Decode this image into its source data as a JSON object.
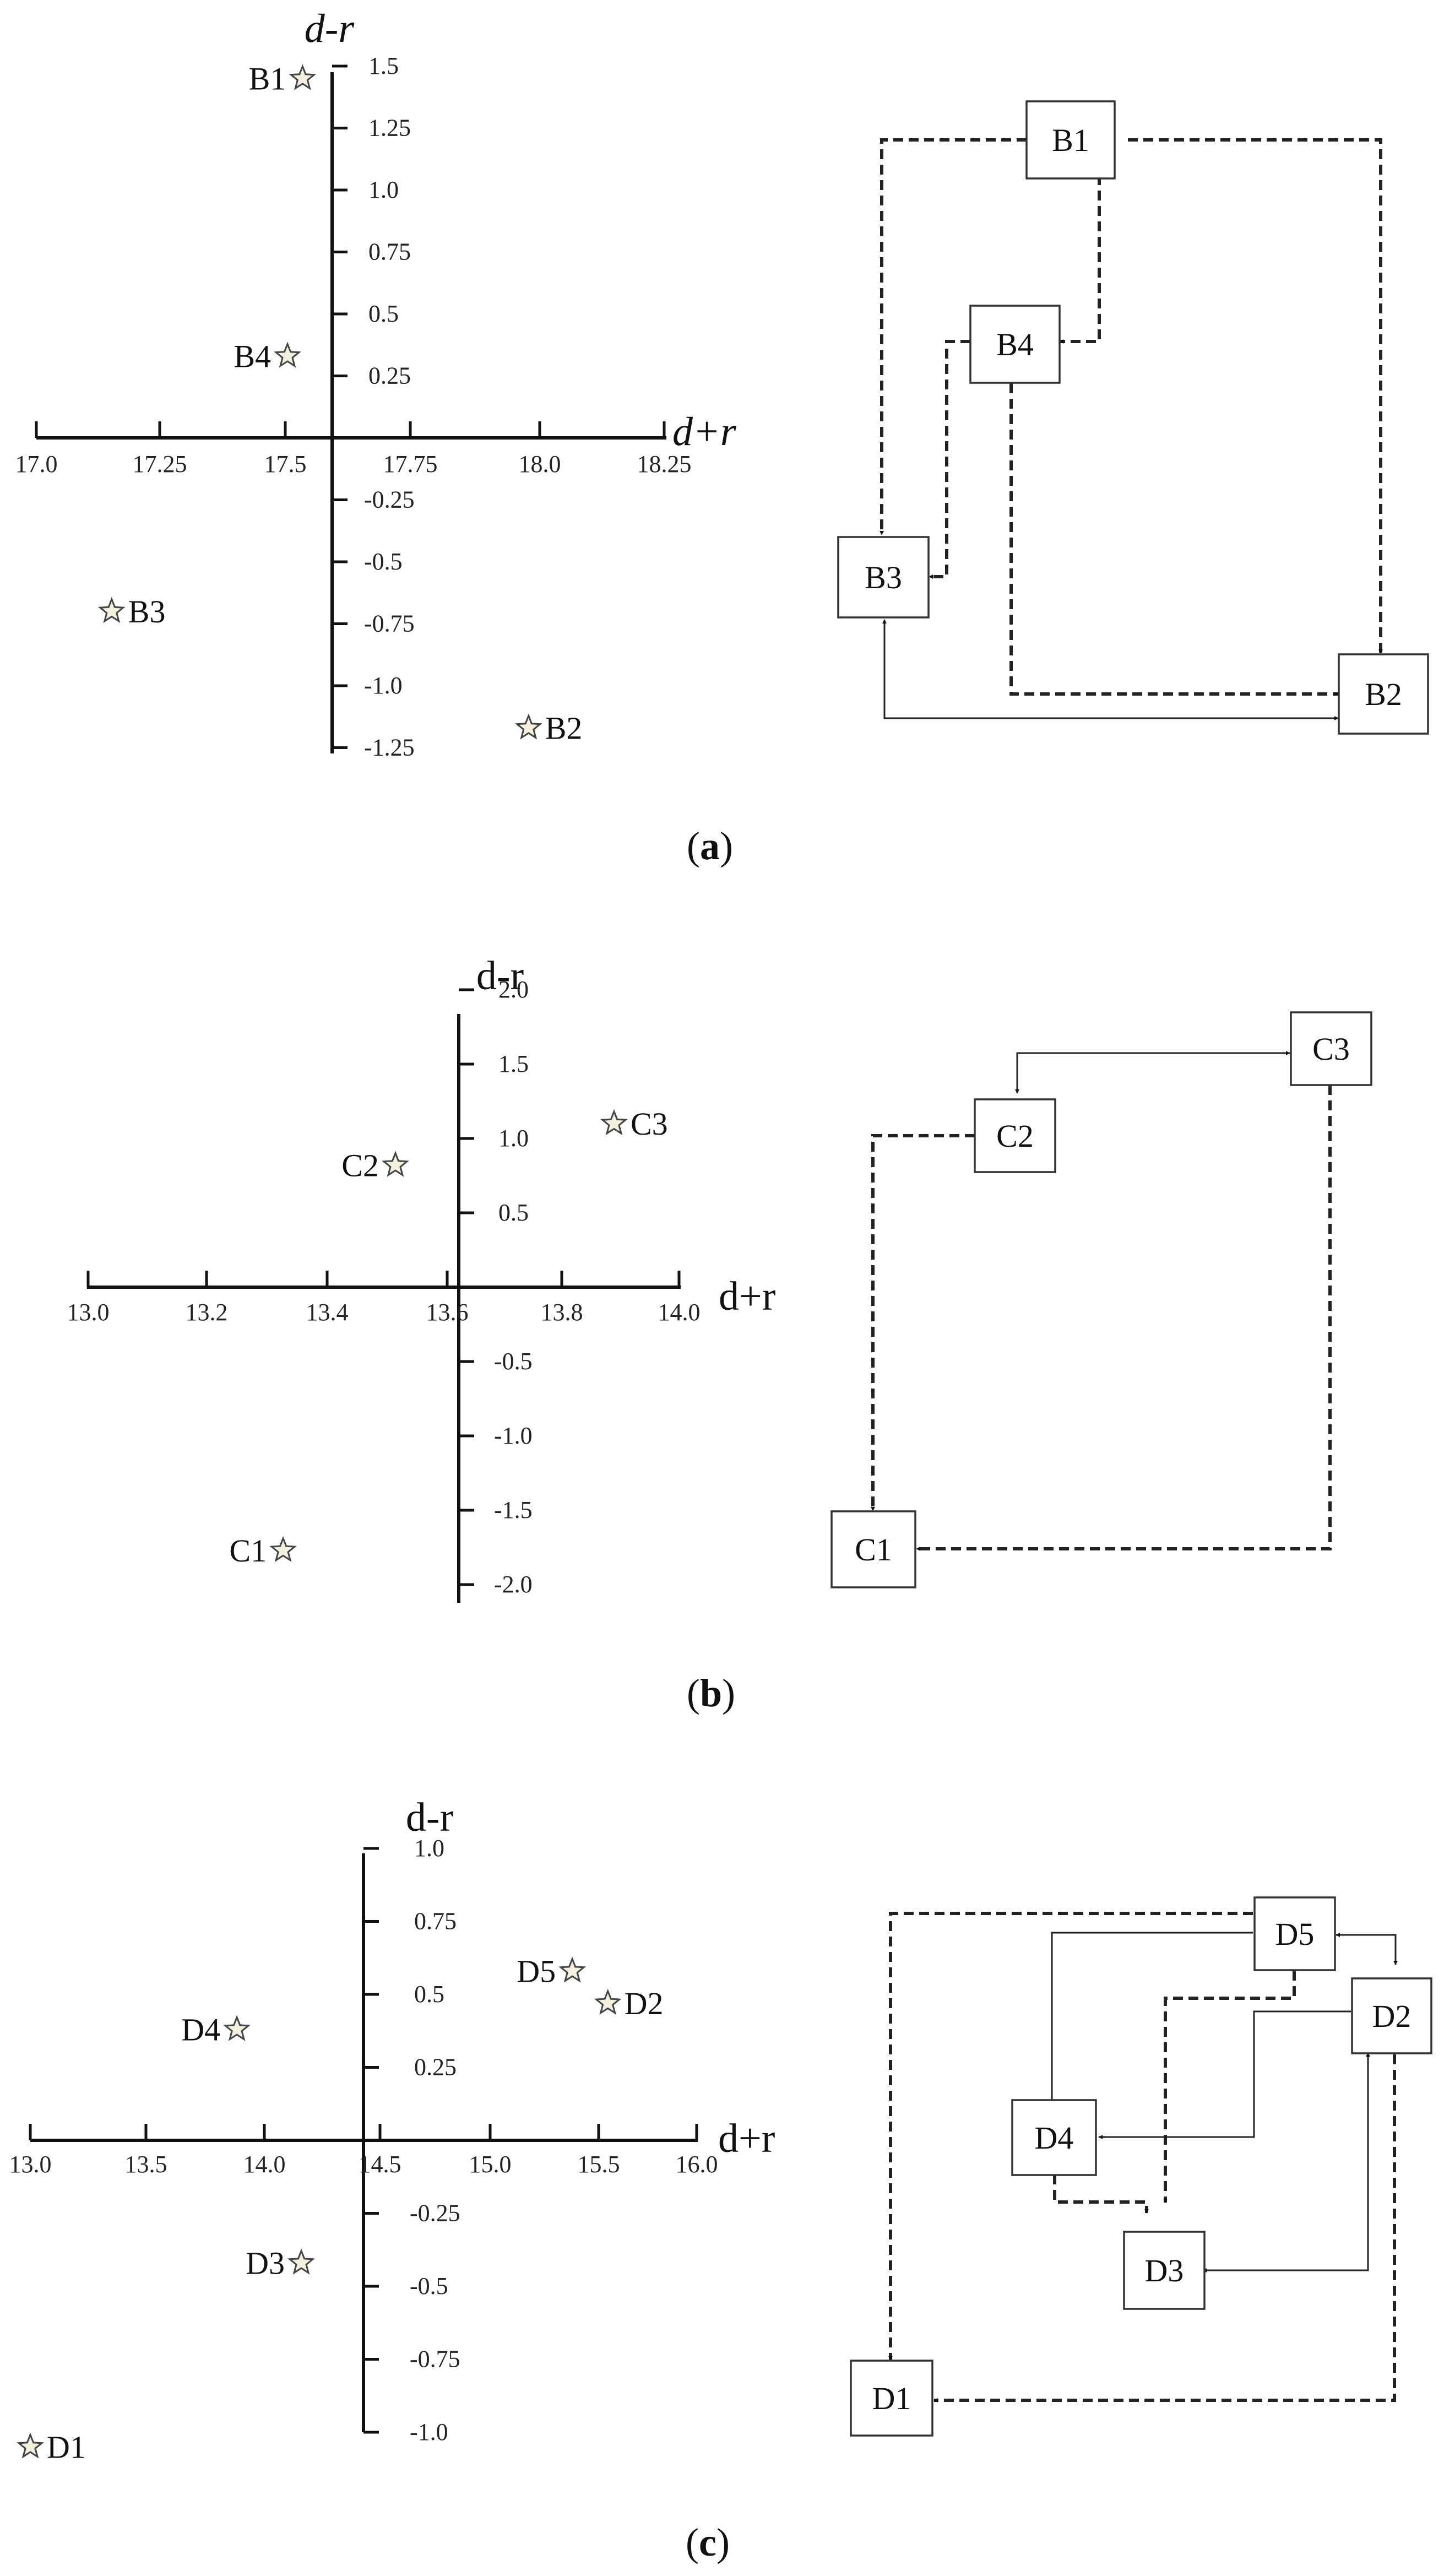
{
  "chart_data": [
    {
      "type": "scatter",
      "panel": "a",
      "caption": {
        "open": "(",
        "letter": "a",
        "close": ")"
      },
      "xlabel": "d+r",
      "ylabel": "d-r",
      "italic_labels": true,
      "x_ticks": [
        "17.0",
        "17.25",
        "17.5",
        "17.75",
        "18.0",
        "18.25"
      ],
      "y_ticks_pos": [
        "0.25",
        "0.5",
        "0.75",
        "1.0",
        "1.25",
        "1.5"
      ],
      "y_ticks_neg": [
        "-0.25",
        "-0.5",
        "-0.75",
        "-1.0",
        "-1.25"
      ],
      "points": [
        {
          "name": "B1",
          "x": 17.53,
          "y": 1.45
        },
        {
          "name": "B2",
          "x": 17.98,
          "y": -1.17
        },
        {
          "name": "B3",
          "x": 17.15,
          "y": -0.7
        },
        {
          "name": "B4",
          "x": 17.5,
          "y": 0.33
        }
      ],
      "network": {
        "nodes": [
          "B1",
          "B2",
          "B3",
          "B4"
        ],
        "edges": [
          {
            "from": "B1",
            "to": "B3",
            "style": "dashed"
          },
          {
            "from": "B1",
            "to": "B2",
            "style": "dashed"
          },
          {
            "from": "B1",
            "to": "B4",
            "style": "dashed"
          },
          {
            "from": "B4",
            "to": "B3",
            "style": "dashed"
          },
          {
            "from": "B4",
            "to": "B2",
            "style": "dashed"
          },
          {
            "from": "B3",
            "to": "B2",
            "style": "solid",
            "bidirectional": true
          }
        ]
      }
    },
    {
      "type": "scatter",
      "panel": "b",
      "caption": {
        "open": "(",
        "letter": "b",
        "close": ")"
      },
      "xlabel": "d+r",
      "ylabel": "d-r",
      "italic_labels": false,
      "x_ticks": [
        "13.0",
        "13.2",
        "13.4",
        "13.6",
        "13.8",
        "14.0"
      ],
      "y_ticks_pos": [
        "0.5",
        "1.0",
        "1.5",
        "2.0"
      ],
      "y_ticks_neg": [
        "-0.5",
        "-1.0",
        "-1.5",
        "-2.0"
      ],
      "points": [
        {
          "name": "C1",
          "x": 13.33,
          "y": -1.77
        },
        {
          "name": "C2",
          "x": 13.52,
          "y": 0.82
        },
        {
          "name": "C3",
          "x": 13.89,
          "y": 1.1
        }
      ],
      "network": {
        "nodes": [
          "C1",
          "C2",
          "C3"
        ],
        "edges": [
          {
            "from": "C2",
            "to": "C3",
            "style": "solid",
            "bidirectional": true
          },
          {
            "from": "C2",
            "to": "C1",
            "style": "dashed"
          },
          {
            "from": "C3",
            "to": "C1",
            "style": "dashed"
          }
        ]
      }
    },
    {
      "type": "scatter",
      "panel": "c",
      "caption": {
        "open": "(",
        "letter": "c",
        "close": ")"
      },
      "xlabel": "d+r",
      "ylabel": "d-r",
      "italic_labels": false,
      "x_ticks": [
        "13.0",
        "13.5",
        "14.0",
        "14.5",
        "15.0",
        "15.5",
        "16.0"
      ],
      "y_ticks_pos": [
        "0.25",
        "0.5",
        "0.75",
        "1.0"
      ],
      "y_ticks_neg": [
        "-0.25",
        "-0.5",
        "-0.75",
        "-1.0"
      ],
      "points": [
        {
          "name": "D1",
          "x": 13.0,
          "y": -1.05
        },
        {
          "name": "D2",
          "x": 15.6,
          "y": 0.47
        },
        {
          "name": "D3",
          "x": 14.22,
          "y": -0.42
        },
        {
          "name": "D4",
          "x": 13.93,
          "y": 0.38
        },
        {
          "name": "D5",
          "x": 15.44,
          "y": 0.58
        }
      ],
      "network": {
        "nodes": [
          "D1",
          "D2",
          "D3",
          "D4",
          "D5"
        ],
        "edges": [
          {
            "from": "D5",
            "to": "D1",
            "style": "dashed"
          },
          {
            "from": "D5",
            "to": "D2",
            "style": "solid",
            "bidirectional": true
          },
          {
            "from": "D5",
            "to": "D4",
            "style": "solid"
          },
          {
            "from": "D5",
            "to": "D3",
            "style": "dashed"
          },
          {
            "from": "D2",
            "to": "D4",
            "style": "solid"
          },
          {
            "from": "D4",
            "to": "D3",
            "style": "dashed"
          },
          {
            "from": "D3",
            "to": "D2",
            "style": "solid",
            "bidirectional": true
          },
          {
            "from": "D2",
            "to": "D1",
            "style": "dashed"
          }
        ]
      }
    }
  ]
}
